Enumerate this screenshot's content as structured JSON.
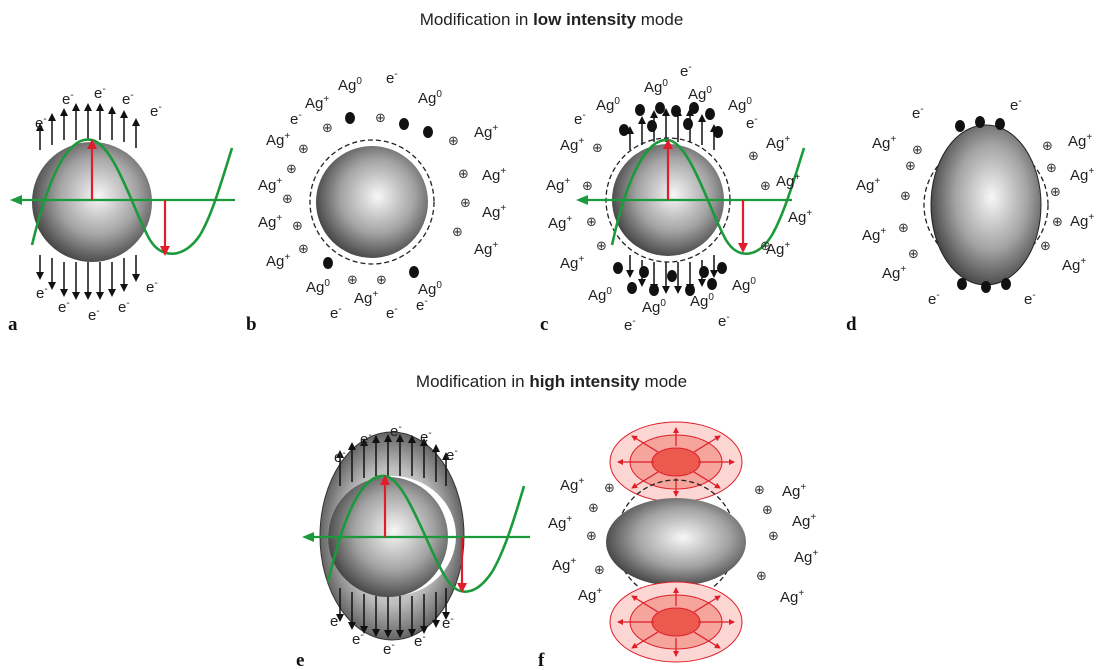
{
  "headings": {
    "low_prefix": "Modification in ",
    "low_bold": "low intensity",
    "low_suffix": " mode",
    "high_prefix": "Modification in ",
    "high_bold": "high intensity",
    "high_suffix": " mode"
  },
  "species": {
    "electron": "e",
    "electron_sup": "-",
    "ion": "Ag",
    "ion_sup": "+",
    "atom": "Ag",
    "atom_sup": "0",
    "plus_symbol": "⊕"
  },
  "panels": [
    "a",
    "b",
    "c",
    "d",
    "e",
    "f"
  ],
  "colors": {
    "wave": "#1a9a3a",
    "field_arrow": "#e01e2a",
    "nanoparticle_light": "#f4f4f4",
    "nanoparticle_dark": "#3c3c3c",
    "hotspot_outer": "#f6b3ad",
    "hotspot_inner": "#ec5a4e"
  }
}
